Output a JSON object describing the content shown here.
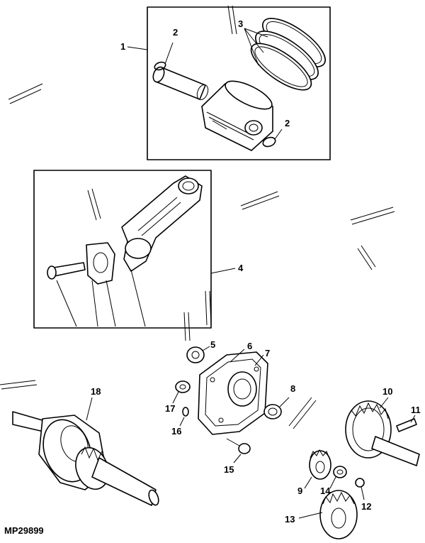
{
  "diagram": {
    "reference_code": "MP29899",
    "callouts": [
      "1",
      "2",
      "3",
      "4",
      "5",
      "6",
      "7",
      "8",
      "9",
      "10",
      "11",
      "12",
      "13",
      "14",
      "15",
      "16",
      "17",
      "18"
    ]
  }
}
